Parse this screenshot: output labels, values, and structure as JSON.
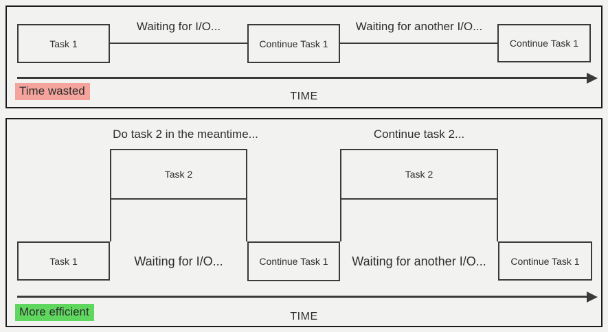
{
  "colors": {
    "background": "#f2f2f1",
    "panel_border": "#1c1c1c",
    "box_border": "#3a3a3a",
    "line": "#3a3a3a",
    "text": "#2d2d2d",
    "highlight_red": "#f4a49c",
    "highlight_green": "#5fd75f"
  },
  "top_panel": {
    "boxes": [
      {
        "label": "Task 1"
      },
      {
        "label": "Continue Task 1"
      },
      {
        "label": "Continue Task 1"
      }
    ],
    "wait_labels": [
      "Waiting for I/O...",
      "Waiting for another I/O..."
    ],
    "highlight": "Time wasted",
    "time_label": "TIME"
  },
  "bottom_panel": {
    "top_labels": [
      "Do task 2 in the meantime...",
      "Continue task 2..."
    ],
    "task2_boxes": [
      {
        "label": "Task 2"
      },
      {
        "label": "Task 2"
      }
    ],
    "row_boxes": [
      {
        "label": "Task 1"
      },
      {
        "label": "Continue Task 1"
      },
      {
        "label": "Continue Task 1"
      }
    ],
    "wait_labels": [
      "Waiting for I/O...",
      "Waiting for another I/O..."
    ],
    "highlight": "More efficient",
    "time_label": "TIME"
  }
}
